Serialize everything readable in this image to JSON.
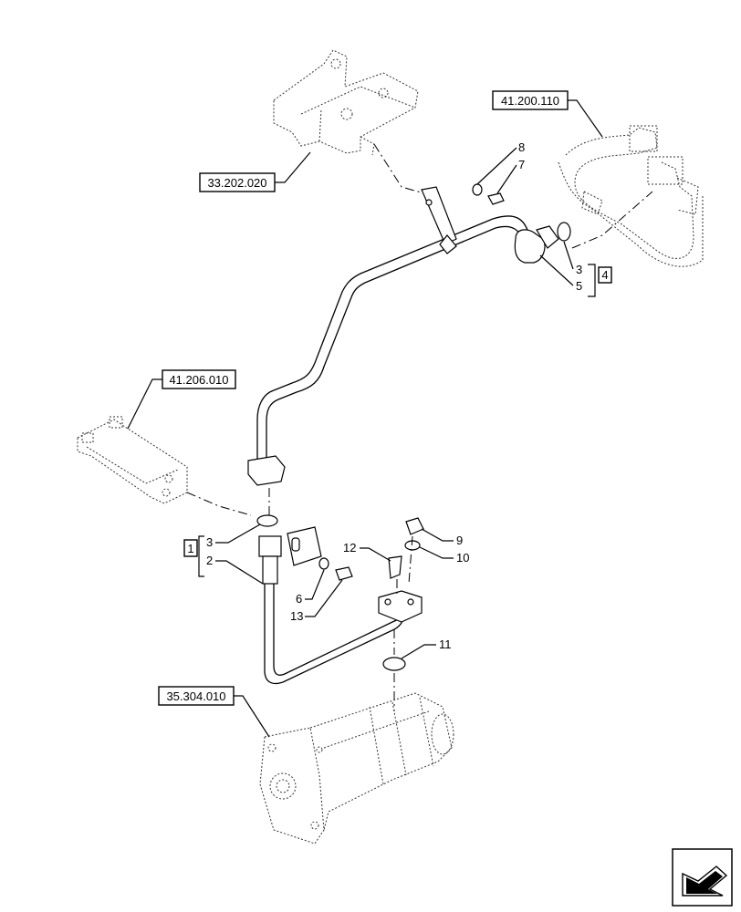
{
  "references": {
    "bracket_top": "33.202.020",
    "hose_top_right": "41.200.110",
    "bracket_left": "41.206.010",
    "pump": "35.304.010"
  },
  "callouts": {
    "c8": "8",
    "c7": "7",
    "c3a": "3",
    "c5": "5",
    "group4": "4",
    "group1": "1",
    "c3b": "3",
    "c2": "2",
    "c12": "12",
    "c9": "9",
    "c10": "10",
    "c6": "6",
    "c13": "13",
    "c11": "11"
  },
  "nav": {
    "icon": "arrow-icon"
  }
}
